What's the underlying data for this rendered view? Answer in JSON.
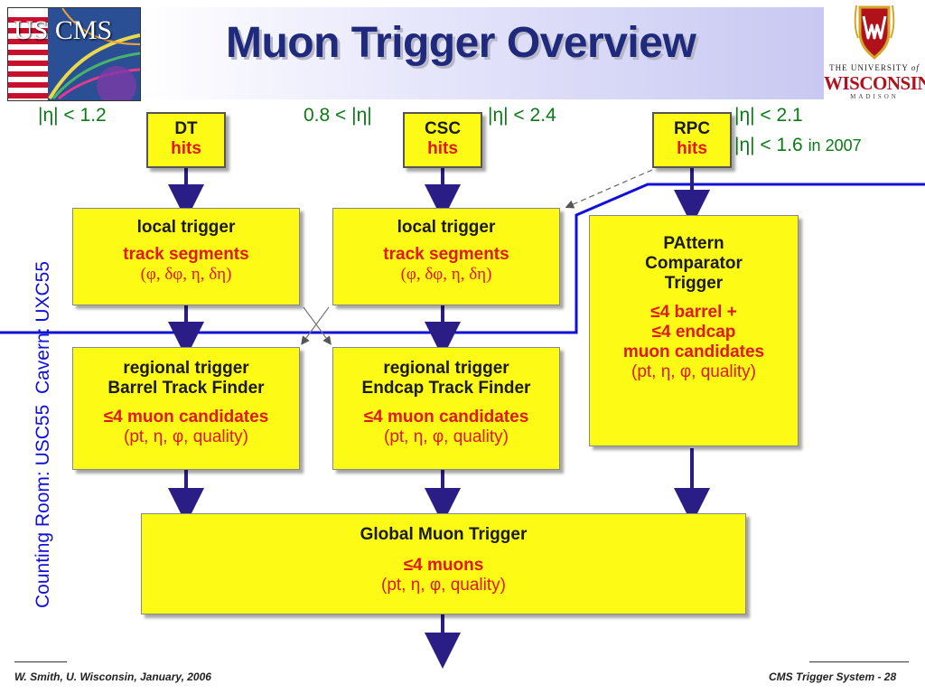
{
  "title": "Muon Trigger Overview",
  "logos": {
    "uscms_text": "US CMS",
    "uw_line1": "THE UNIVERSITY",
    "uw_line1b": "of",
    "uw_line2": "WISCONSIN",
    "uw_line3": "MADISON"
  },
  "eta_ranges": {
    "dt": "|η| < 1.2",
    "csc_left": "0.8 < |η|",
    "csc_right": "|η| < 2.4",
    "rpc_1": "|η| < 2.1",
    "rpc_2": "|η| < 1.6",
    "rpc_2_suffix": "in 2007"
  },
  "vertical_label": {
    "counting": "Counting Room: USC55",
    "cavern": "Cavern: UXC55"
  },
  "boxes": {
    "dt_hits": {
      "line1": "DT",
      "line2": "hits"
    },
    "csc_hits": {
      "line1": "CSC",
      "line2": "hits"
    },
    "rpc_hits": {
      "line1": "RPC",
      "line2": "hits"
    },
    "local_dt": {
      "line1": "local trigger",
      "line2": "track segments",
      "line3": "(φ, δφ, η, δη)"
    },
    "local_csc": {
      "line1": "local trigger",
      "line2": "track segments",
      "line3": "(φ, δφ, η, δη)"
    },
    "pac": {
      "line1": "PAttern",
      "line2": "Comparator",
      "line3": "Trigger",
      "line4": "≤4 barrel +",
      "line5": "≤4 endcap",
      "line6": "muon candidates",
      "line7": "(pt, η, φ, quality)"
    },
    "regional_barrel": {
      "line1": "regional trigger",
      "line2": "Barrel Track Finder",
      "line3": "≤4 muon candidates",
      "line4": "(pt, η, φ, quality)"
    },
    "regional_endcap": {
      "line1": "regional trigger",
      "line2": "Endcap Track Finder",
      "line3": "≤4 muon candidates",
      "line4": "(pt, η, φ, quality)"
    },
    "global": {
      "line1": "Global Muon Trigger",
      "line2": "≤4 muons",
      "line3": "(pt, η, φ, quality)"
    }
  },
  "footer": {
    "left": "W. Smith, U. Wisconsin, January, 2006",
    "right": "CMS Trigger System -  28"
  },
  "colors": {
    "box_fill": "#fdfa15",
    "title": "#1f2a7c",
    "eta_text": "#0b7a17",
    "accent_red": "#e21818",
    "arrow": "#2b1d86",
    "boundary_line": "#1010d8"
  }
}
